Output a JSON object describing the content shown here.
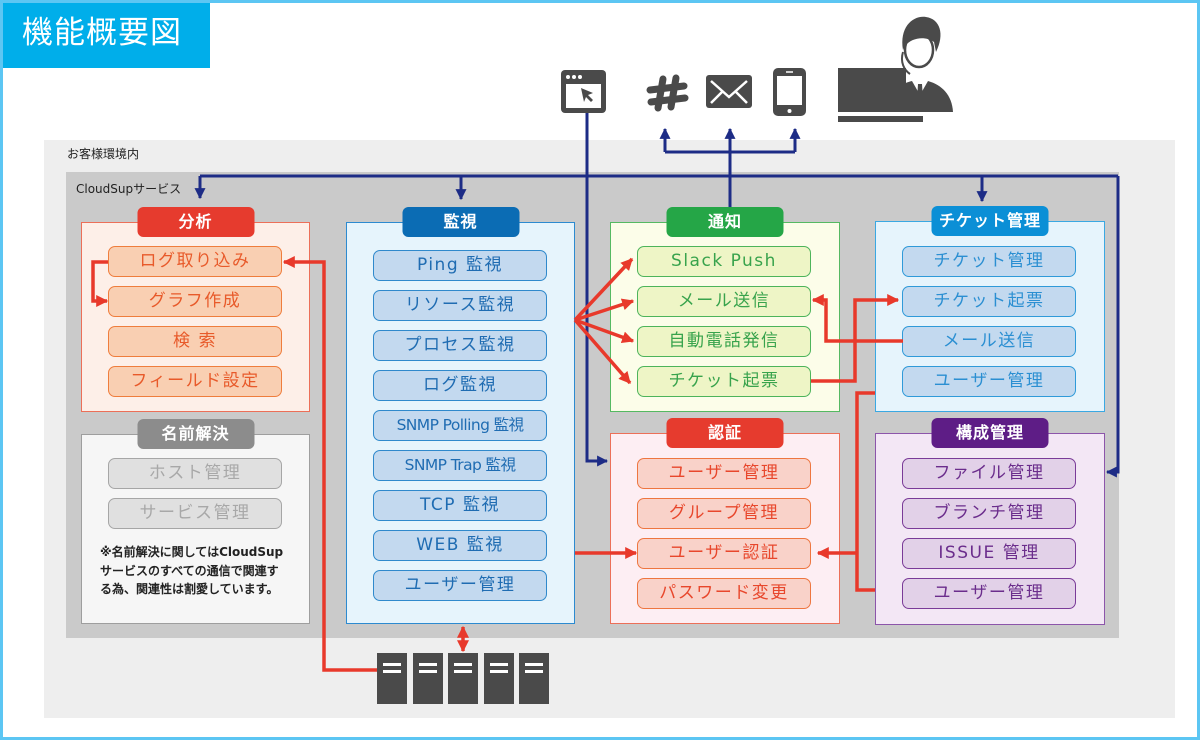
{
  "title": "機能概要図",
  "customer_env_label": "お客様環境内",
  "service_label": "CloudSupサービス",
  "theme": {
    "title_bg": "#00aeea",
    "frame": "#5cc6f3",
    "outer_bg": "#eeeeee",
    "service_bg": "#cacaca",
    "conn_blue": "#1d2c86",
    "conn_red": "#e8392b",
    "icon": "#4a4a4a"
  },
  "external_icons": [
    "browser",
    "slack",
    "mail",
    "smartphone",
    "operator-with-laptop"
  ],
  "storage_icon": "server-rack",
  "server_count": 5,
  "sections": {
    "analysis": {
      "title": "分析",
      "items": [
        "ログ取り込み",
        "グラフ作成",
        "検 索",
        "フィールド設定"
      ],
      "colors": {
        "header": "#e63b2e",
        "box_bg": "#fdefe8",
        "box_border": "#ec6f58",
        "item_bg": "#f9cfb2",
        "item_border": "#ef7d3c",
        "item_text": "#e85a2a"
      }
    },
    "name_resolution": {
      "title": "名前解決",
      "items": [
        "ホスト管理",
        "サービス管理"
      ],
      "note": [
        "※名前解決に関してはCloudSup",
        "サービスのすべての通信で関連す",
        "る為、関連性は割愛しています。"
      ],
      "colors": {
        "header": "#8c8c8c",
        "box_bg": "#f6f6f6",
        "box_border": "#9e9e9e",
        "item_bg": "#e0e0e0",
        "item_border": "#a6a6a6",
        "item_text": "#a8a8a8"
      }
    },
    "monitoring": {
      "title": "監視",
      "items": [
        "Ping 監視",
        "リソース監視",
        "プロセス監視",
        "ログ監視",
        "SNMP Polling 監視",
        "SNMP Trap 監視",
        "TCP 監視",
        "WEB 監視",
        "ユーザー管理"
      ],
      "colors": {
        "header": "#0b6cb4",
        "box_bg": "#e6f4fc",
        "box_border": "#2c8ad0",
        "item_bg": "#c3d9ef",
        "item_border": "#2f89cc",
        "item_text": "#1f6cb2"
      }
    },
    "notification": {
      "title": "通知",
      "items": [
        "Slack Push",
        "メール送信",
        "自動電話発信",
        "チケット起票"
      ],
      "colors": {
        "header": "#25a647",
        "box_bg": "#fcfde9",
        "box_border": "#55b962",
        "item_bg": "#eef5c6",
        "item_border": "#4db45a",
        "item_text": "#38a34c"
      }
    },
    "authentication": {
      "title": "認証",
      "items": [
        "ユーザー管理",
        "グループ管理",
        "ユーザー認証",
        "パスワード変更"
      ],
      "colors": {
        "header": "#e63b2e",
        "box_bg": "#fdeef3",
        "box_border": "#ec6f58",
        "item_bg": "#f9d2c9",
        "item_border": "#ee7640",
        "item_text": "#e8472c"
      }
    },
    "ticket": {
      "title": "チケット管理",
      "items": [
        "チケット管理",
        "チケット起票",
        "メール送信",
        "ユーザー管理"
      ],
      "colors": {
        "header": "#0b8fd6",
        "box_bg": "#e6f4fc",
        "box_border": "#3aa8e2",
        "item_bg": "#c3d9ef",
        "item_border": "#2f9ad9",
        "item_text": "#2b8fd2"
      }
    },
    "config": {
      "title": "構成管理",
      "items": [
        "ファイル管理",
        "ブランチ管理",
        "ISSUE 管理",
        "ユーザー管理"
      ],
      "colors": {
        "header": "#5e1d86",
        "box_bg": "#f3e7f5",
        "box_border": "#8c55aa",
        "item_bg": "#e2d1e8",
        "item_border": "#7a3b98",
        "item_text": "#6b2d8c"
      }
    }
  }
}
